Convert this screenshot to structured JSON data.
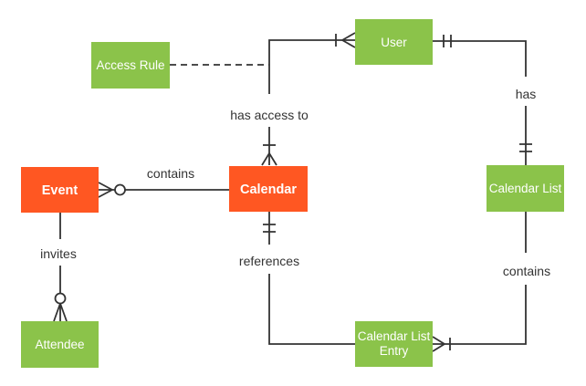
{
  "diagram": {
    "type": "entity-relationship",
    "notation": "crows-foot",
    "colors": {
      "background": "#ffffff",
      "green_entity": "#8bc34a",
      "orange_entity": "#ff5722",
      "entity_text": "#ffffff",
      "line": "#333333",
      "label_text": "#333333"
    },
    "entities": [
      {
        "id": "event",
        "label": "Event",
        "color": "#ff5722"
      },
      {
        "id": "calendar",
        "label": "Calendar",
        "color": "#ff5722"
      },
      {
        "id": "user",
        "label": "User",
        "color": "#8bc34a"
      },
      {
        "id": "access-rule",
        "label": "Access Rule",
        "color": "#8bc34a"
      },
      {
        "id": "calendar-list",
        "label": "Calendar List",
        "color": "#8bc34a"
      },
      {
        "id": "attendee",
        "label": "Attendee",
        "color": "#8bc34a"
      },
      {
        "id": "calendar-list-entry",
        "label": "Calendar List Entry",
        "label_lines": [
          "Calendar List",
          "Entry"
        ],
        "color": "#8bc34a"
      }
    ],
    "relationships": [
      {
        "label": "contains",
        "from": "Calendar",
        "to": "Event",
        "from_cardinality": "unmarked",
        "to_cardinality": "zero-or-many"
      },
      {
        "label": "has access to",
        "from": "Calendar",
        "to": "User",
        "from_cardinality": "one-or-many",
        "to_cardinality": "one-or-many"
      },
      {
        "label": "has",
        "from": "User",
        "to": "Calendar List",
        "from_cardinality": "exactly-one",
        "to_cardinality": "exactly-one"
      },
      {
        "label": "contains",
        "from": "Calendar List",
        "to": "Calendar List Entry",
        "from_cardinality": "unmarked",
        "to_cardinality": "one-or-many"
      },
      {
        "label": "references",
        "from": "Calendar",
        "to": "Calendar List Entry",
        "from_cardinality": "exactly-one",
        "to_cardinality": "unmarked"
      },
      {
        "label": "invites",
        "from": "Event",
        "to": "Attendee",
        "from_cardinality": "unmarked",
        "to_cardinality": "zero-or-many"
      },
      {
        "label": "",
        "from": "Access Rule",
        "to": "has access to",
        "style": "dashed",
        "from_cardinality": "unmarked",
        "to_cardinality": "unmarked"
      }
    ]
  }
}
